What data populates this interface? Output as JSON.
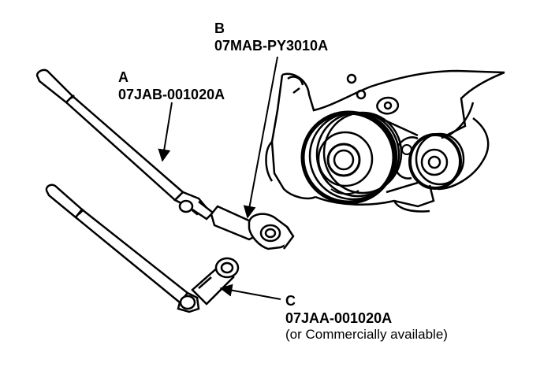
{
  "labels": {
    "a": {
      "letter": "A",
      "part_number": "07JAB-001020A"
    },
    "b": {
      "letter": "B",
      "part_number": "07MAB-PY3010A"
    },
    "c": {
      "letter": "C",
      "part_number": "07JAA-001020A",
      "note": "(or Commercially available)"
    }
  },
  "colors": {
    "ink": "#000000",
    "paper": "#ffffff"
  }
}
